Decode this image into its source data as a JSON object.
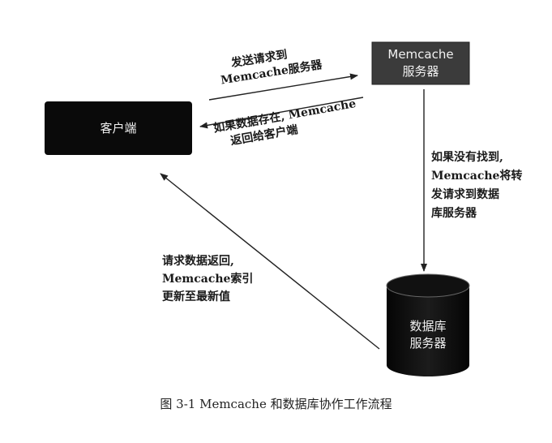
{
  "nodes": {
    "memcache_server": {
      "line1": "Memcache",
      "line2": "服务器"
    },
    "client": {
      "label": "客户端"
    },
    "database_server": {
      "line1": "数据库",
      "line2": "服务器"
    }
  },
  "edges": {
    "client_to_memcache": {
      "line1": "发送请求到",
      "line2": "Memcache服务器"
    },
    "memcache_to_client": {
      "line1": "如果数据存在, Memcache",
      "line2": "返回给客户端"
    },
    "memcache_to_db": {
      "line1": "如果没有找到,",
      "line2": "Memcache将转",
      "line3": "发请求到数据",
      "line4": "库服务器"
    },
    "db_to_client": {
      "line1": "请求数据返回,",
      "line2": "Memcache索引",
      "line3": "更新至最新值"
    }
  },
  "caption": "图 3-1   Memcache 和数据库协作工作流程"
}
